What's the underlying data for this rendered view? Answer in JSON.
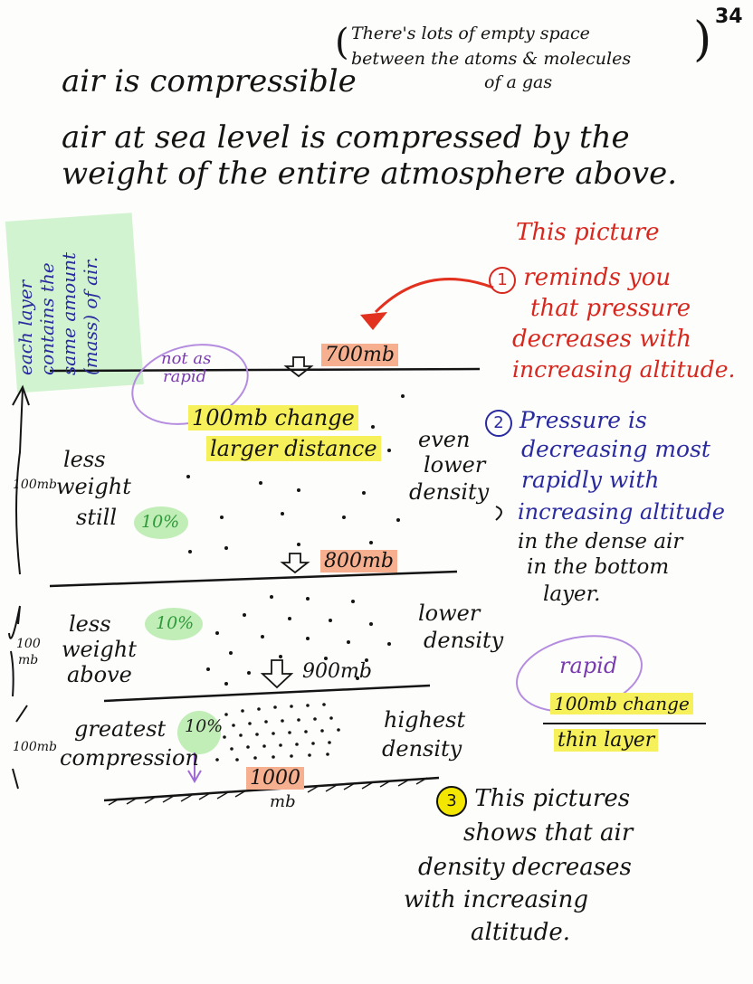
{
  "page_number": "34",
  "header": {
    "compressible": "air is compressible",
    "paren_line1": "There's lots of empty space",
    "paren_line2": "between the atoms & molecules",
    "paren_line3": "of a gas",
    "sea_level_line1": "air at sea level is compressed by the",
    "sea_level_line2": "weight of the entire atmosphere above."
  },
  "side_note": {
    "line1": "each layer",
    "line2": "contains the",
    "line3": "same amount",
    "line4": "(mass) of air."
  },
  "levels": {
    "p700": "700mb",
    "p800": "800mb",
    "p900": "900mb",
    "p1000_top": "1000",
    "p1000_bottom": "mb"
  },
  "top_layer": {
    "not_as": "not as",
    "rapid": "rapid",
    "change": "100mb change",
    "distance": "larger distance",
    "thickness": "100mb",
    "less": "less",
    "weight": "weight",
    "still": "still",
    "percent": "10%",
    "even": "even",
    "lower": "lower",
    "density": "density"
  },
  "middle_layer": {
    "thickness_top": "100",
    "thickness_bottom": "mb",
    "less": "less",
    "weight": "weight",
    "above": "above",
    "percent": "10%",
    "lower": "lower",
    "density": "density"
  },
  "bottom_layer": {
    "thickness": "100mb",
    "greatest": "greatest",
    "compression": "compression",
    "percent": "10%",
    "highest": "highest",
    "density": "density"
  },
  "notes": {
    "this_picture": "This picture",
    "n1": "1",
    "reminds_l1": "reminds you",
    "reminds_l2": "that pressure",
    "reminds_l3": "decreases with",
    "reminds_l4": "increasing altitude.",
    "n2": "2",
    "pressure_l1": "Pressure is",
    "pressure_l2": "decreasing most",
    "pressure_l3": "rapidly with",
    "pressure_l4": "increasing altitude",
    "dense_l1": "in the dense air",
    "dense_l2": "in the bottom",
    "dense_l3": "layer.",
    "rapid": "rapid",
    "frac_top": "100mb change",
    "frac_bottom": "thin layer",
    "n3": "3",
    "shows_l1": "This pictures",
    "shows_l2": "shows that air",
    "shows_l3": "density decreases",
    "shows_l4": "with increasing",
    "shows_l5": "altitude."
  },
  "colors": {
    "ink": "#141414",
    "blue": "#2a2aa0",
    "red": "#d7281f",
    "violet": "#7a3ab0",
    "green": "#2f9a3a",
    "yellow": "#f6f05a",
    "orange": "#f6b08f"
  }
}
